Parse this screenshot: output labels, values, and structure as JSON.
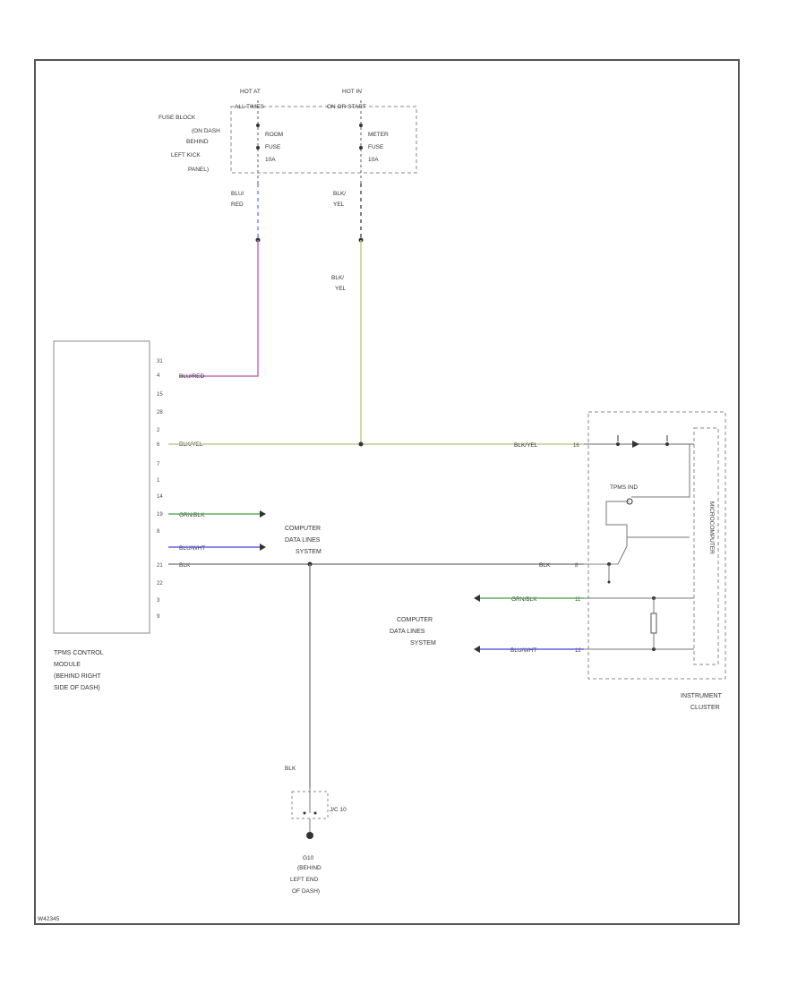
{
  "power": {
    "hot1": "HOT AT",
    "hot1_sub": "ALL TIMES",
    "hot2": "HOT IN",
    "hot2_sub": "ON OR START",
    "fuse_block": [
      "FUSE BLOCK",
      "(ON DASH",
      "BEHIND",
      "LEFT KICK",
      "PANEL)"
    ],
    "fuse1": [
      "ROOM",
      "FUSE",
      "10A"
    ],
    "fuse2": [
      "METER",
      "FUSE",
      "10A"
    ]
  },
  "wires": {
    "blu_red": [
      "BLU/",
      "RED"
    ],
    "blk_yel_top": [
      "BLK/",
      "YEL"
    ],
    "blk_yel_mid": [
      "BLK/",
      "YEL"
    ],
    "tpms_w1": "BLU/RED",
    "tpms_w2": "BLK/YEL",
    "tpms_w3": "GRN/BLK",
    "tpms_w4": "BLU/WHT",
    "tpms_w5": "BLK",
    "ic_w1": "BLK/YEL",
    "ic_w2": "BLK",
    "ic_w3": "GRN/BLK",
    "ic_w4": "BLU/WHT",
    "ground_wire": "BLK"
  },
  "tpms": {
    "pins": [
      "31",
      "4",
      "15",
      "28",
      "2",
      "6",
      "7",
      "1",
      "14",
      "19",
      "8",
      "21",
      "22",
      "3",
      "9"
    ],
    "label": [
      "TPMS CONTROL",
      "MODULE",
      "(BEHIND RIGHT",
      "SIDE OF DASH)"
    ]
  },
  "computer_data_1": [
    "COMPUTER",
    "DATA LINES",
    "SYSTEM"
  ],
  "computer_data_2": [
    "COMPUTER",
    "DATA LINES",
    "SYSTEM"
  ],
  "instrument_cluster": {
    "label": [
      "INSTRUMENT",
      "CLUSTER"
    ],
    "pins": [
      "16",
      "8",
      "11",
      "12"
    ],
    "tpms_ind": "TPMS IND",
    "vertical_text": "MICROCOMPUTER"
  },
  "ground": {
    "connector": "J/C 10",
    "label": [
      "G10",
      "(BEHIND",
      "LEFT END",
      "OF DASH)"
    ]
  },
  "footer": "W42345",
  "colors": {
    "blu_red": "#c070c0",
    "blk_yel": "#c8c890",
    "grn_blk": "#60b060",
    "blu_wht": "#6060e0",
    "blk": "#888888",
    "blu_dash": "#8080ff"
  }
}
